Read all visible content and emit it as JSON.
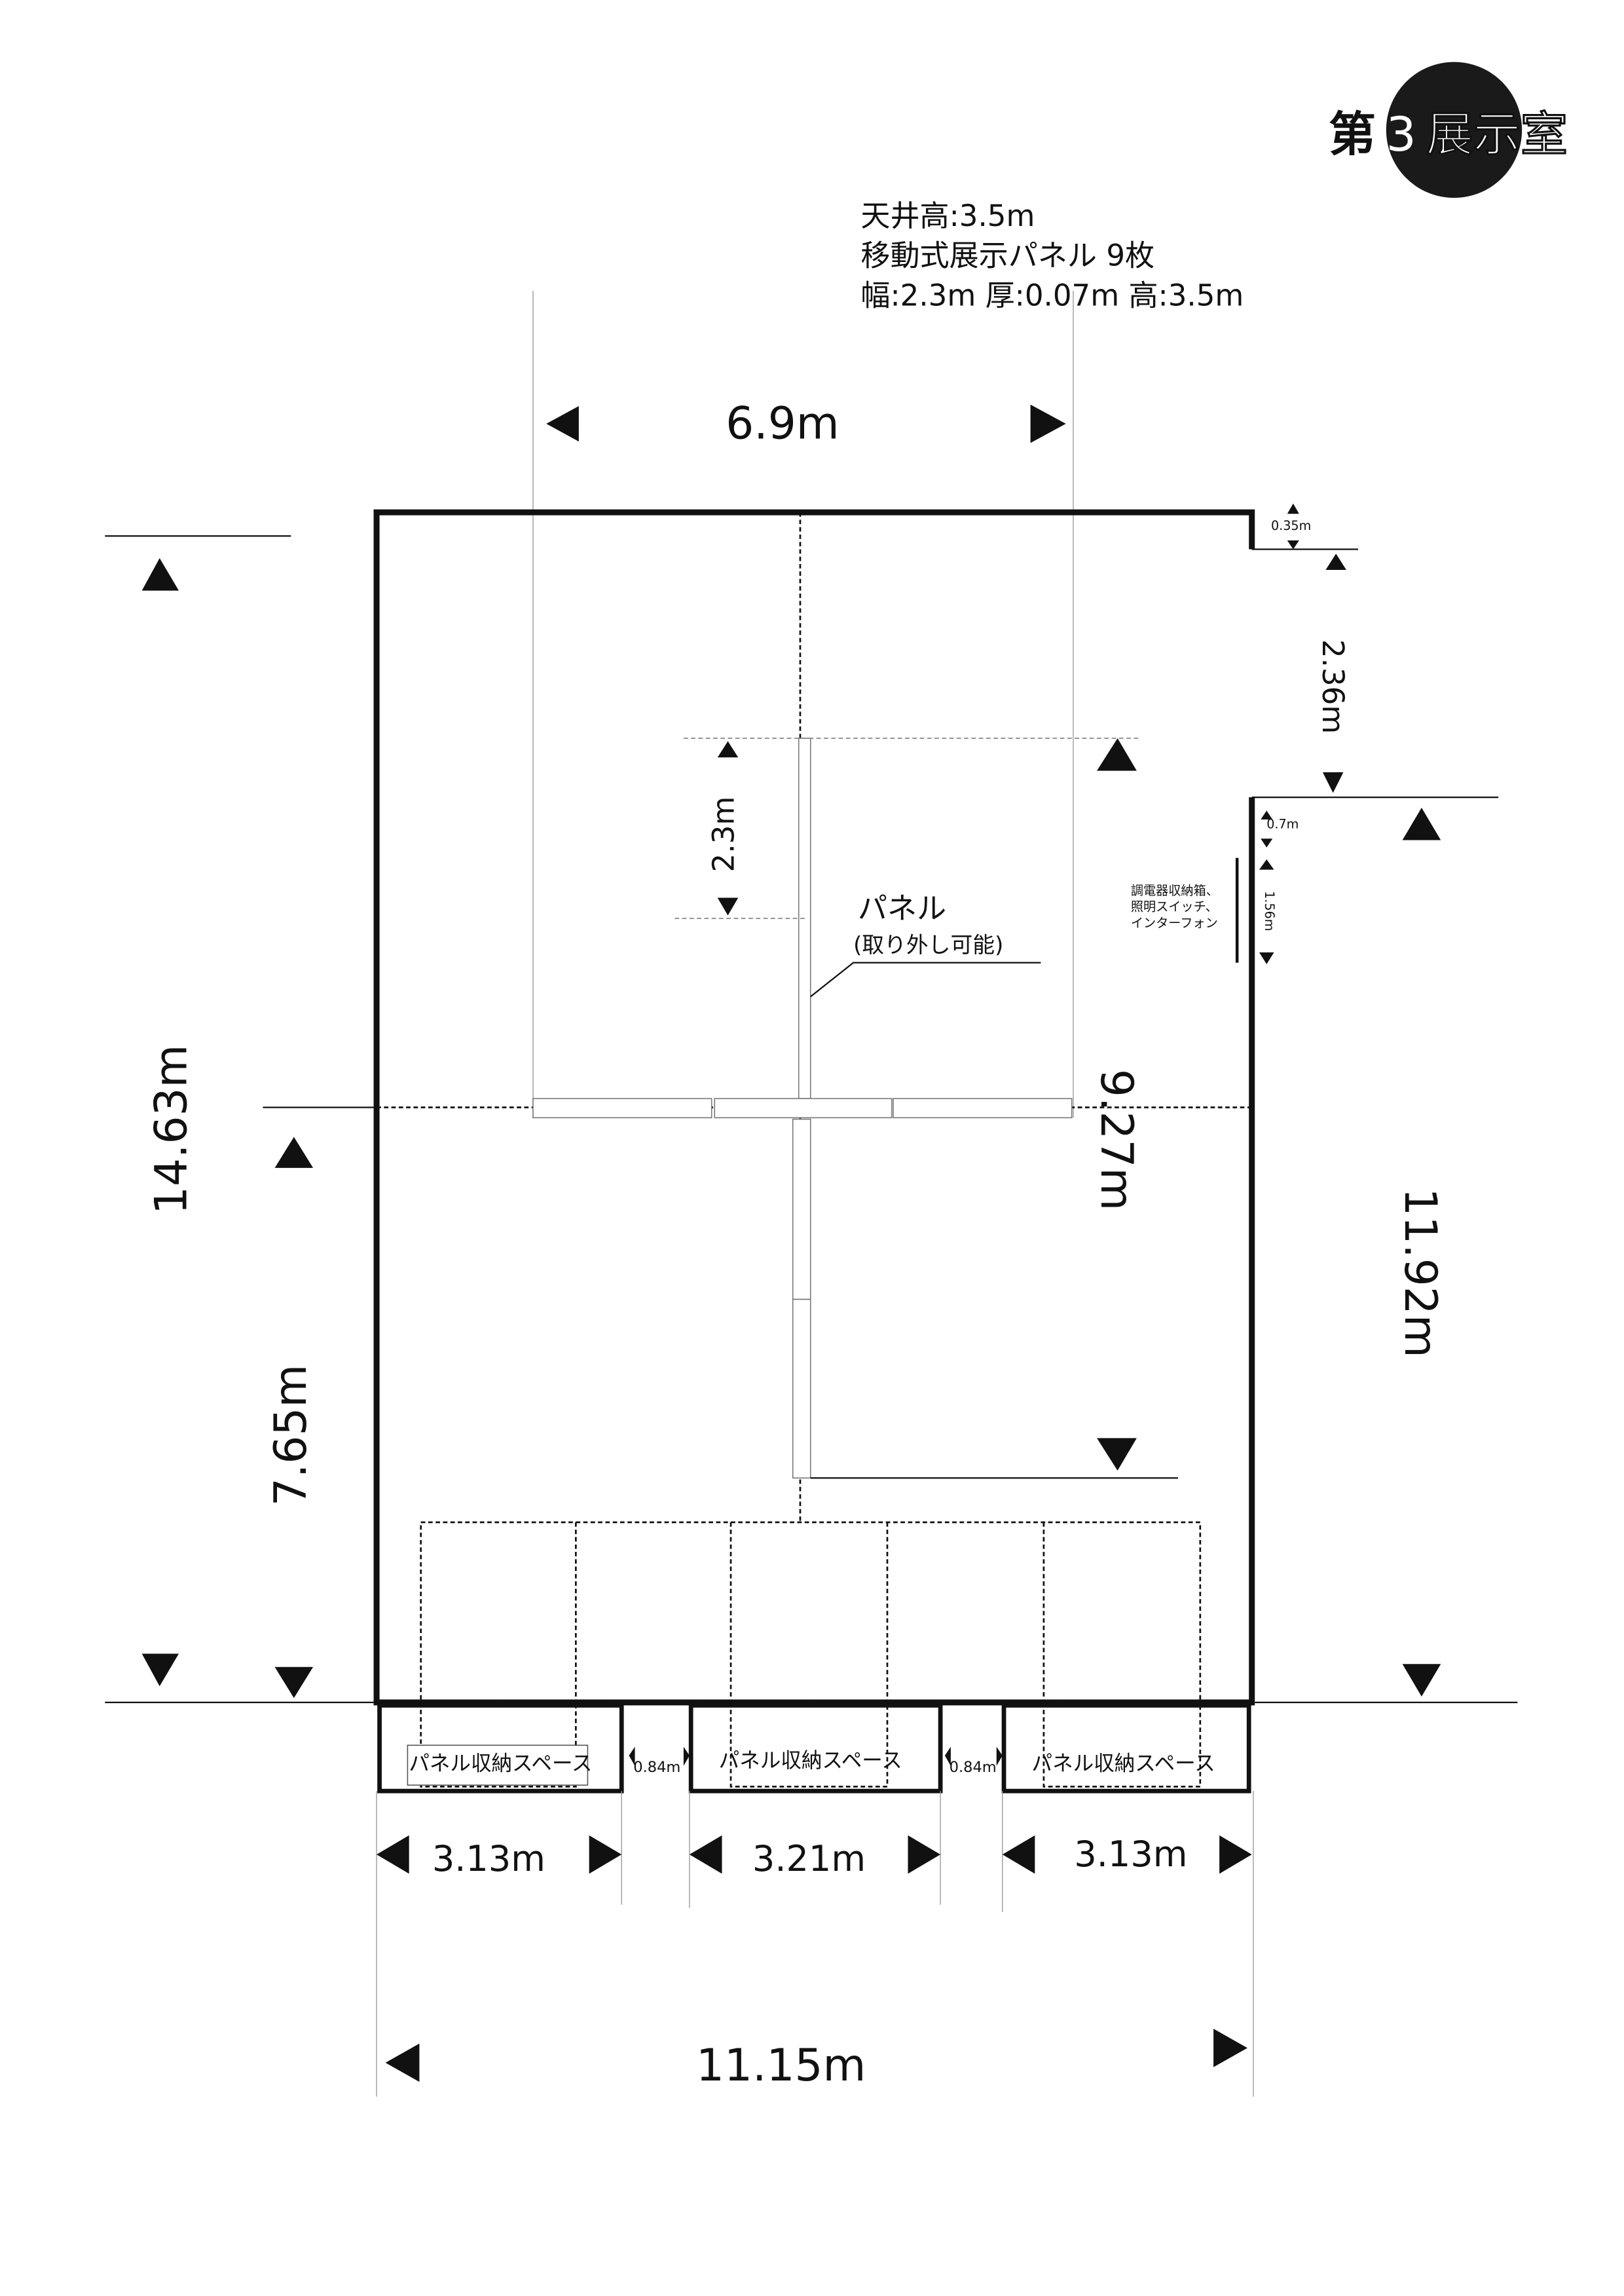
{
  "title": {
    "prefix": "第",
    "number": "3",
    "suffix": "展示室"
  },
  "info": {
    "ceiling": "天井高:3.5m",
    "panels": "移動式展示パネル 9枚",
    "panel_size": "幅:2.3m 厚:0.07m 高:3.5m"
  },
  "dimensions": {
    "top_width": "6.9m",
    "total_depth": "14.63m",
    "lower_depth": "7.65m",
    "panel_width": "2.3m",
    "panel_span": "9.27m",
    "right_depth": "11.92m",
    "door_width": "2.36m",
    "notch": "0.35m",
    "offset_07": "0.7m",
    "box_height": "1.56m",
    "storage_1": "3.13m",
    "storage_2": "3.21m",
    "storage_3": "3.13m",
    "gap_1": "0.84m",
    "gap_2": "0.84m",
    "total_width": "11.15m"
  },
  "labels": {
    "panel": "パネル",
    "panel_note": "(取り外し可能)",
    "equipment": [
      "調電器収納箱、",
      "照明スイッチ、",
      "インターフォン"
    ],
    "storage": [
      "パネル収納スペース",
      "パネル収納スペース",
      "パネル収納スペース"
    ]
  }
}
